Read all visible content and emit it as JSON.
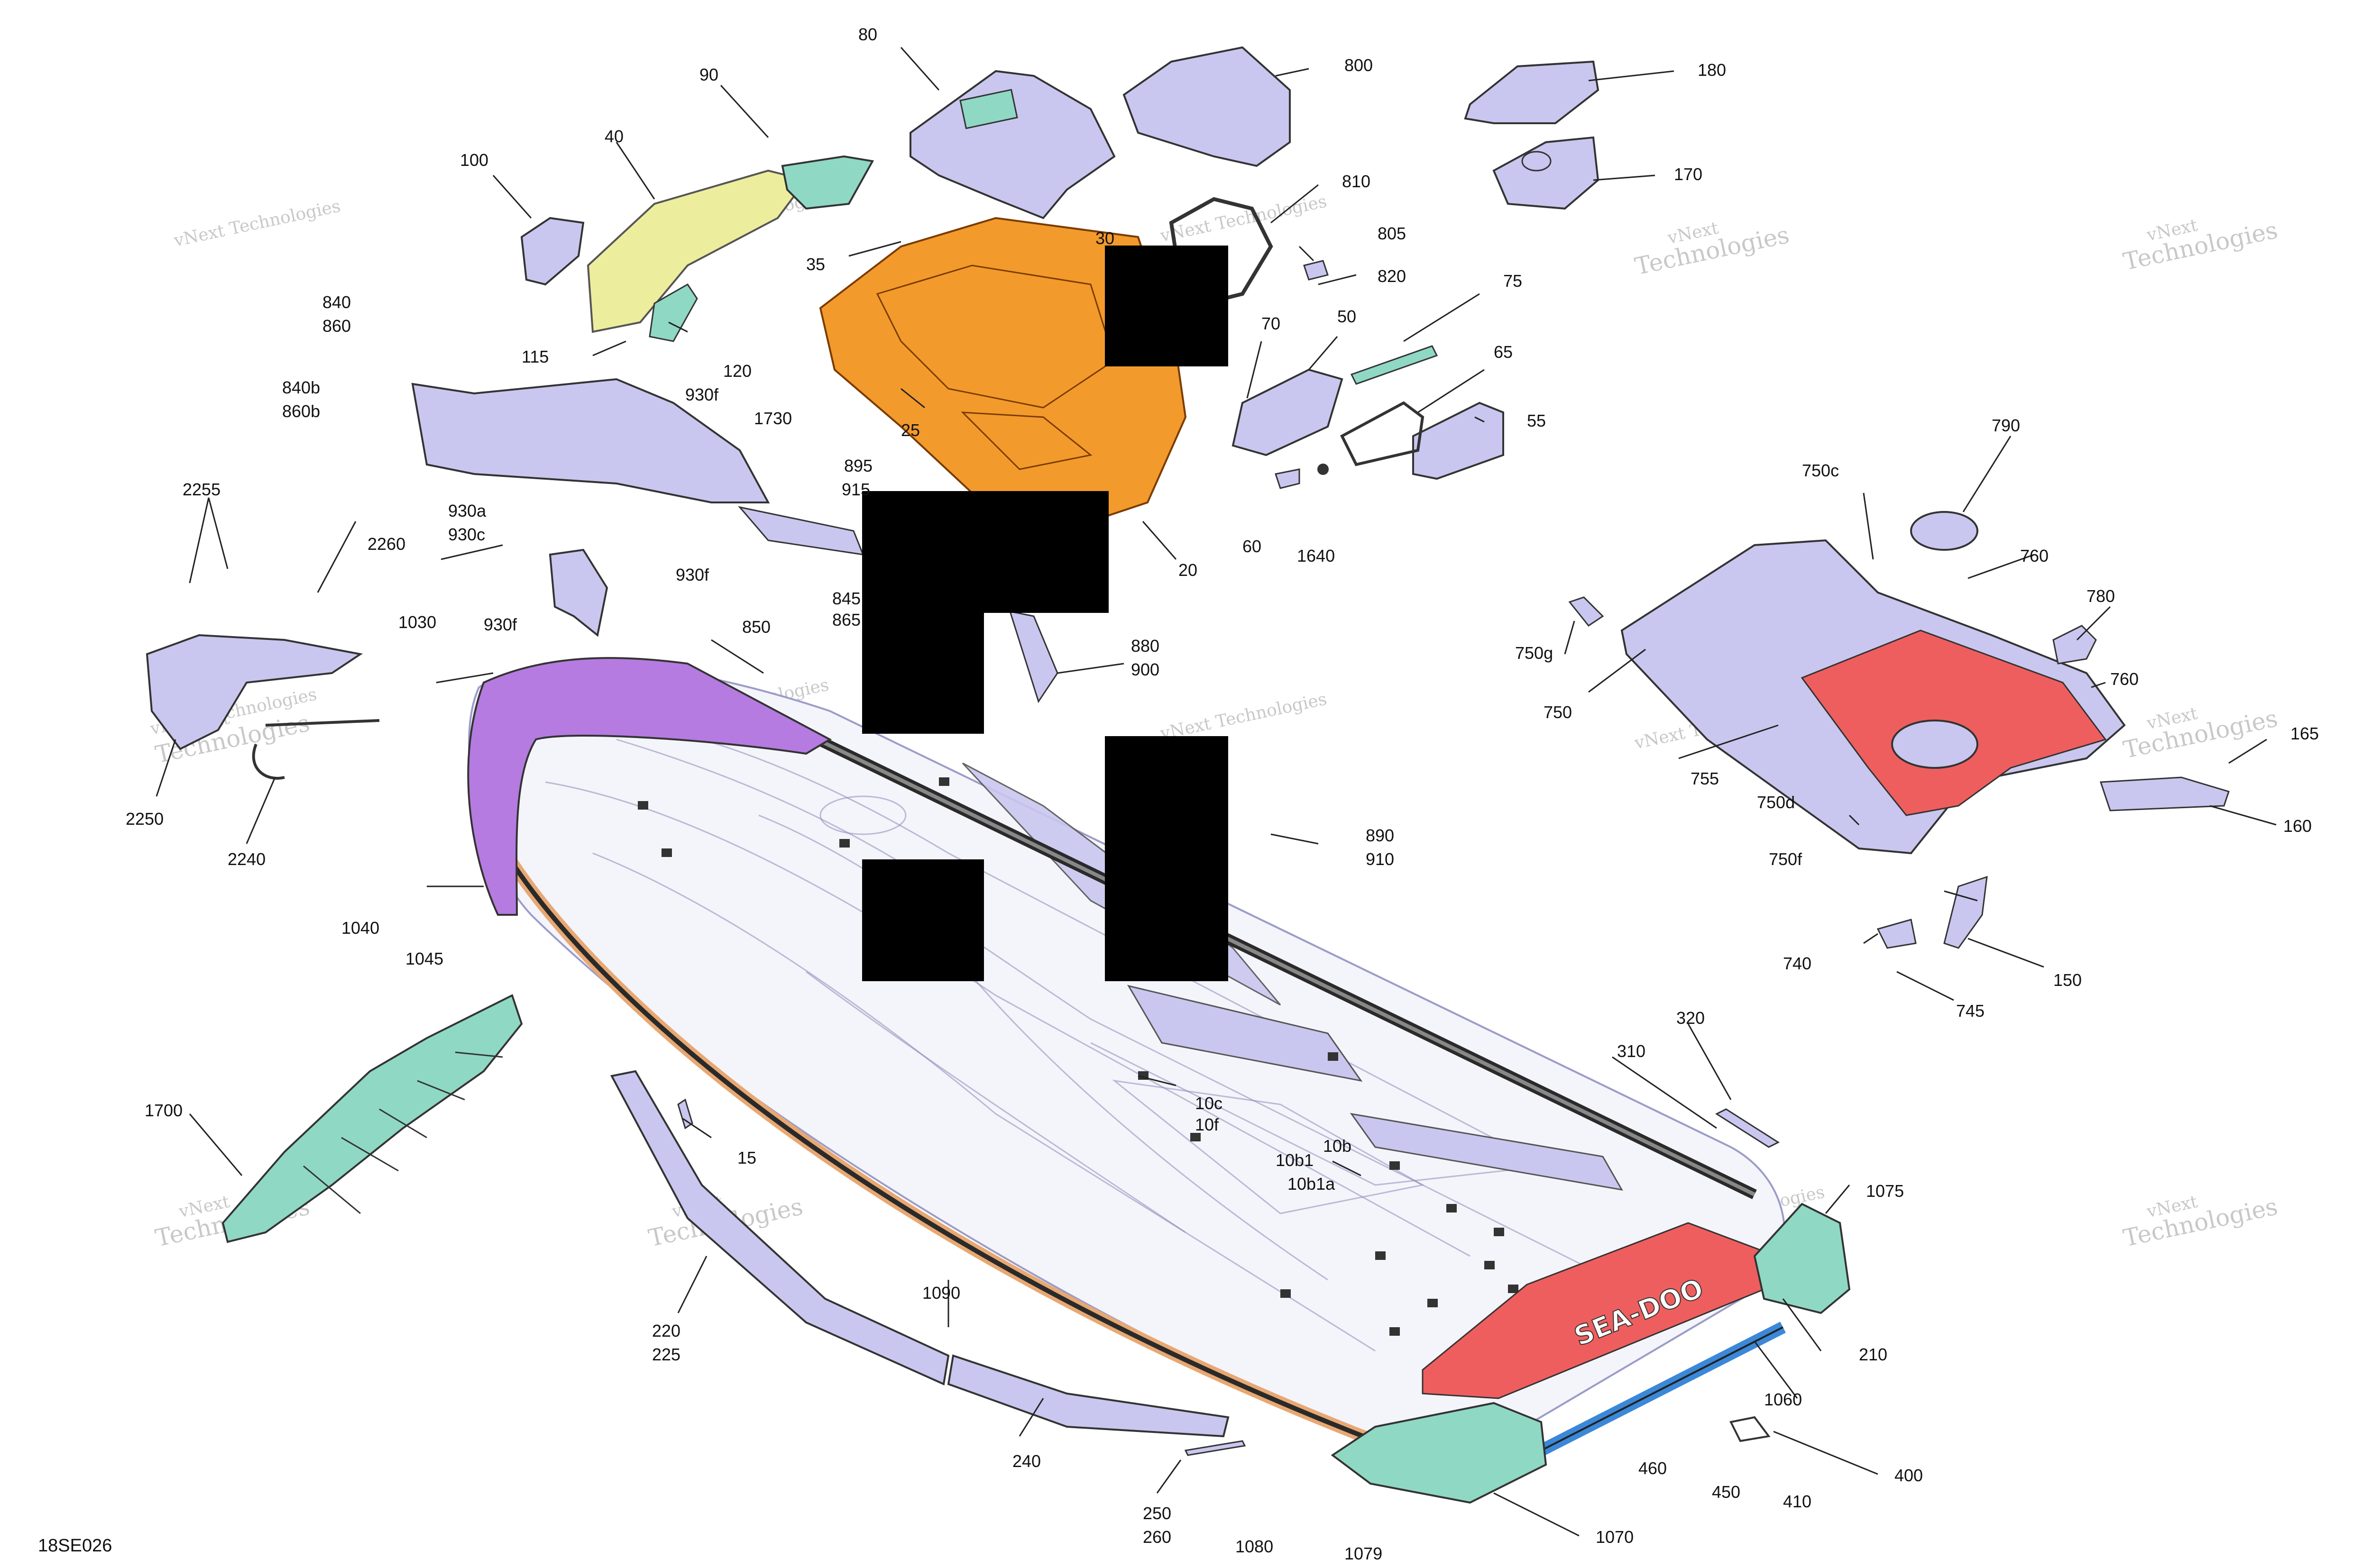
{
  "diagram_code": "18SE026",
  "watermark": {
    "line1": "vNext",
    "line2": "Technologies",
    "inline": "vNext Technologies"
  },
  "colors": {
    "lavender_part": "#c9c7ef",
    "orange_part": "#f39a2d",
    "yellow_part": "#eded9e",
    "teal_part": "#8fd8c4",
    "purple_part": "#b57be0",
    "red_part": "#ef5e5e",
    "black_trim": "#2a2a2a",
    "tan_trim": "#e8a872",
    "blue_trim": "#3b88d8",
    "redaction": "#000000"
  },
  "callouts": {
    "c10c": "10c",
    "c10f": "10f",
    "c10b": "10b",
    "c10b1": "10b1",
    "c10b1a": "10b1a",
    "c15": "15",
    "c20": "20",
    "c25": "25",
    "c30": "30",
    "c35": "35",
    "c40": "40",
    "c50": "50",
    "c55": "55",
    "c60": "60",
    "c65": "65",
    "c70": "70",
    "c75": "75",
    "c80": "80",
    "c90": "90",
    "c100": "100",
    "c115": "115",
    "c120": "120",
    "c150": "150",
    "c160": "160",
    "c165": "165",
    "c170": "170",
    "c180": "180",
    "c210": "210",
    "c220": "220",
    "c225": "225",
    "c240": "240",
    "c250": "250",
    "c260": "260",
    "c310": "310",
    "c320": "320",
    "c400": "400",
    "c410": "410",
    "c450": "450",
    "c460": "460",
    "c740": "740",
    "c745": "745",
    "c750": "750",
    "c750c": "750c",
    "c750d": "750d",
    "c750f": "750f",
    "c750g": "750g",
    "c755": "755",
    "c760a": "760",
    "c760b": "760",
    "c780": "780",
    "c790": "790",
    "c800": "800",
    "c805": "805",
    "c810": "810",
    "c820": "820",
    "c840": "840",
    "c860": "860",
    "c840b": "840b",
    "c860b": "860b",
    "c845": "845",
    "c865": "865",
    "c850": "850",
    "c880": "880",
    "c900": "900",
    "c890": "890",
    "c910": "910",
    "c895": "895",
    "c915": "915",
    "c930a": "930a",
    "c930c": "930c",
    "c930f_1": "930f",
    "c930f_2": "930f",
    "c930f_3": "930f",
    "c1030": "1030",
    "c1040": "1040",
    "c1045": "1045",
    "c1060": "1060",
    "c1070": "1070",
    "c1075": "1075",
    "c1079": "1079",
    "c1080": "1080",
    "c1090": "1090",
    "c1640": "1640",
    "c1700": "1700",
    "c1730": "1730",
    "c2240": "2240",
    "c2250": "2250",
    "c2255": "2255",
    "c2260": "2260"
  }
}
